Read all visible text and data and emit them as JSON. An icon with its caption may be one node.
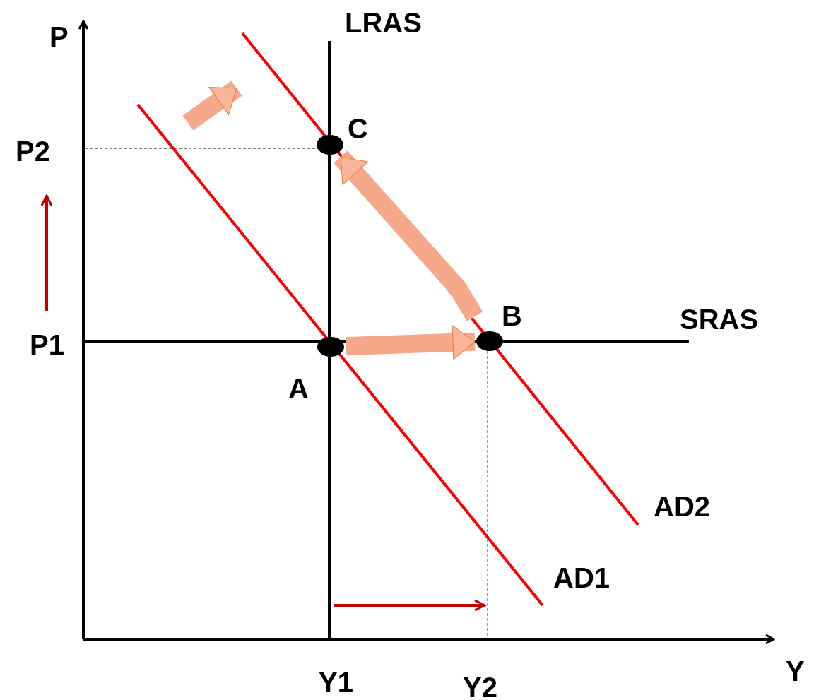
{
  "diagram": {
    "nodes": [
      {
        "text": [
          "A"
        ]
      },
      {
        "text": [
          "B"
        ]
      },
      {
        "text": [
          "C"
        ]
      }
    ],
    "edges": [
      {
        "from": 0,
        "to": 1,
        "arrow": "to"
      },
      {
        "from": 1,
        "to": 2,
        "arrow": "to"
      }
    ],
    "labels": [
      "P",
      "LRAS",
      "P2",
      "SRAS",
      "P1",
      "AD2",
      "AD1",
      "Y1",
      "Y",
      "Y2"
    ]
  }
}
